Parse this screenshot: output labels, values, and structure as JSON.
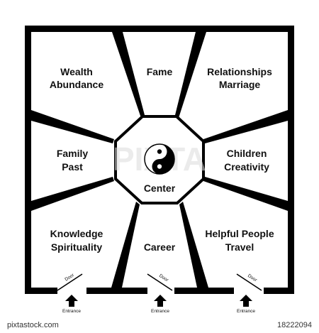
{
  "zones": {
    "wealth": [
      "Wealth",
      "Abundance"
    ],
    "fame": [
      "Fame"
    ],
    "relationships": [
      "Relationships",
      "Marriage"
    ],
    "family": [
      "Family",
      "Past"
    ],
    "center": [
      "Center"
    ],
    "children": [
      "Children",
      "Creativity"
    ],
    "knowledge": [
      "Knowledge",
      "Spirituality"
    ],
    "career": [
      "Career"
    ],
    "helpful": [
      "Helpful People",
      "Travel"
    ]
  },
  "doors": {
    "door_label": "Door",
    "entrance_label": "Entrance"
  },
  "watermark": "PIXTA",
  "footer": {
    "site": "pixtastock.com",
    "image_number": "18222094"
  },
  "colors": {
    "line": "#000000",
    "background": "#ffffff"
  },
  "icons": {
    "center_symbol": "yin-yang-icon",
    "entrance_marker": "arrow-up-icon"
  }
}
